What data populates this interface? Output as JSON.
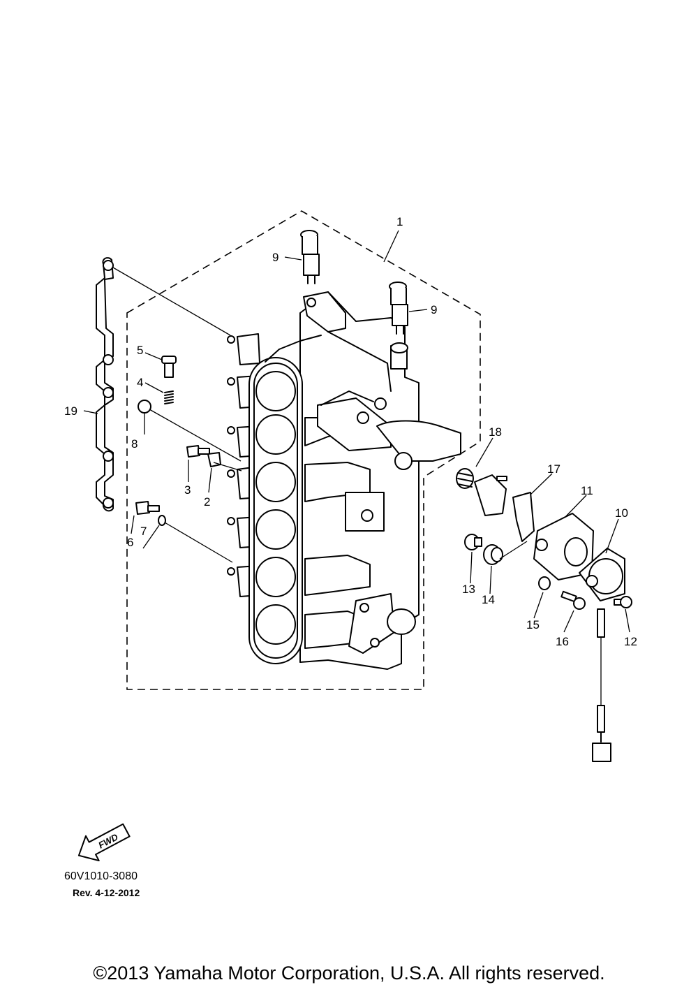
{
  "diagram": {
    "callouts": [
      {
        "id": "c1",
        "label": "1"
      },
      {
        "id": "c2",
        "label": "2"
      },
      {
        "id": "c3",
        "label": "3"
      },
      {
        "id": "c4",
        "label": "4"
      },
      {
        "id": "c5",
        "label": "5"
      },
      {
        "id": "c6",
        "label": "6"
      },
      {
        "id": "c7",
        "label": "7"
      },
      {
        "id": "c8",
        "label": "8"
      },
      {
        "id": "c9a",
        "label": "9"
      },
      {
        "id": "c9b",
        "label": "9"
      },
      {
        "id": "c10",
        "label": "10"
      },
      {
        "id": "c11",
        "label": "11"
      },
      {
        "id": "c12",
        "label": "12"
      },
      {
        "id": "c13",
        "label": "13"
      },
      {
        "id": "c14",
        "label": "14"
      },
      {
        "id": "c15",
        "label": "15"
      },
      {
        "id": "c16",
        "label": "16"
      },
      {
        "id": "c17",
        "label": "17"
      },
      {
        "id": "c18",
        "label": "18"
      },
      {
        "id": "c19",
        "label": "19"
      }
    ],
    "fwd_label": "FWD",
    "document_code": "60V1010-3080",
    "revision": "Rev.  4-12-2012"
  },
  "footer": {
    "copyright": "©2013 Yamaha Motor Corporation, U.S.A. All rights reserved."
  }
}
